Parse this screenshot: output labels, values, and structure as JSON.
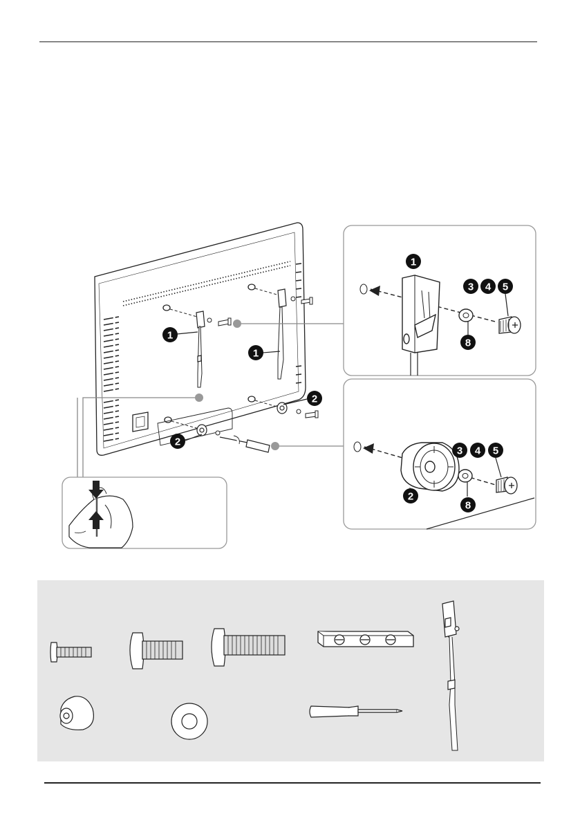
{
  "callouts": {
    "n1": "1",
    "n2": "2",
    "n3": "3",
    "n4": "4",
    "n5": "5",
    "n8": "8"
  },
  "colors": {
    "callout_fill": "#111111",
    "panel_background": "#e6e6e6",
    "line": "#222222",
    "inset_border": "#999999"
  },
  "icons": [
    "tv-back-icon",
    "bracket-icon",
    "spacer-icon",
    "washer-icon",
    "screw-icon",
    "anchor-icon",
    "hand-icon",
    "screwdriver-icon",
    "strap-icon"
  ]
}
